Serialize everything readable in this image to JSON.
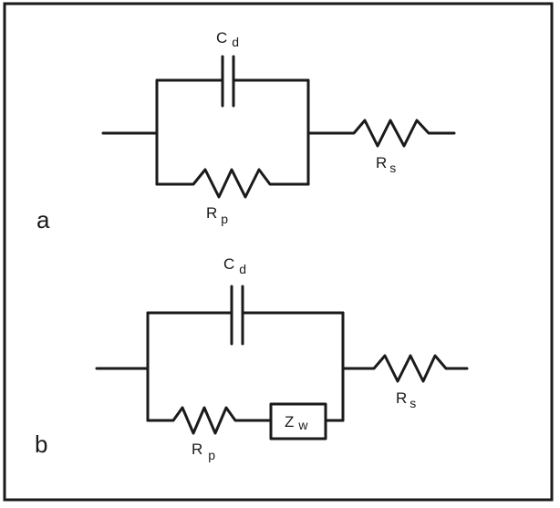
{
  "diagram": {
    "panel_a": {
      "letter": "a",
      "capacitor": {
        "main": "C",
        "sub": "d"
      },
      "parallel_resistor": {
        "main": "R",
        "sub": "p"
      },
      "series_resistor": {
        "main": "R",
        "sub": "s"
      }
    },
    "panel_b": {
      "letter": "b",
      "capacitor": {
        "main": "C",
        "sub": "d"
      },
      "parallel_resistor": {
        "main": "R",
        "sub": "p"
      },
      "warburg": {
        "main": "Z",
        "sub": "w"
      },
      "series_resistor": {
        "main": "R",
        "sub": "s"
      }
    }
  }
}
